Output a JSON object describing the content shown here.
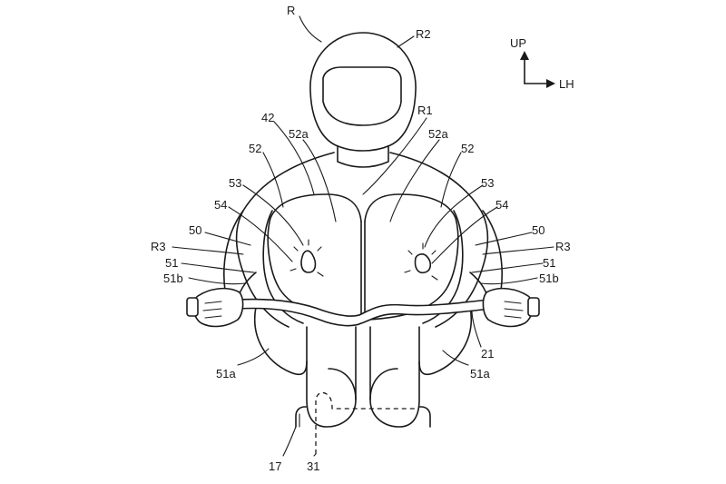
{
  "labels": {
    "R": "R",
    "R2": "R2",
    "UP": "UP",
    "LH": "LH",
    "R1": "R1",
    "n42": "42",
    "n52a_left": "52a",
    "n52a_right": "52a",
    "n52_left": "52",
    "n52_right": "52",
    "n53_left": "53",
    "n53_right": "53",
    "n54_left": "54",
    "n54_right": "54",
    "n50_left": "50",
    "n50_right": "50",
    "R3_left": "R3",
    "R3_right": "R3",
    "n51_left": "51",
    "n51_right": "51",
    "n51b_left": "51b",
    "n51b_right": "51b",
    "n21": "21",
    "n51a_left": "51a",
    "n51a_right": "51a",
    "n17": "17",
    "n31": "31"
  }
}
